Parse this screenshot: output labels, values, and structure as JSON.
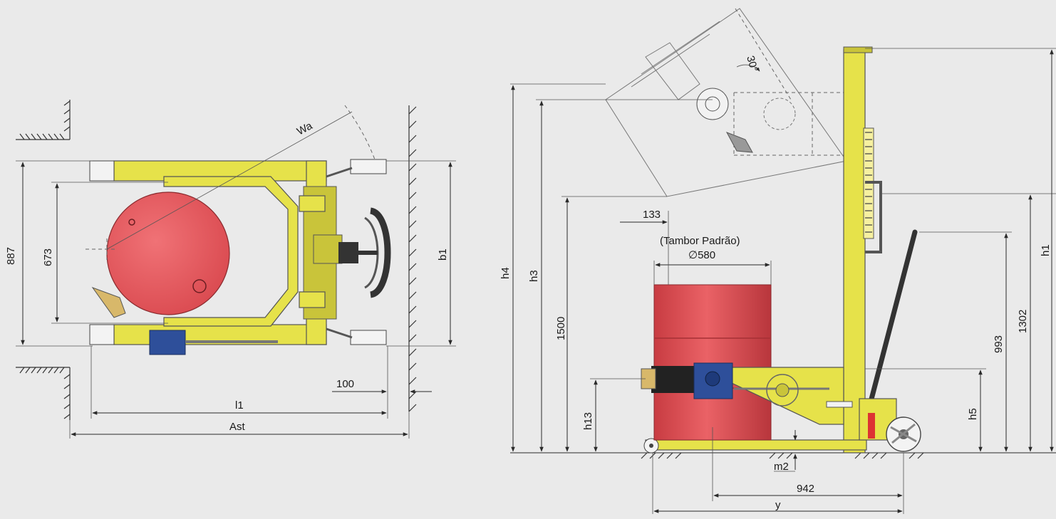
{
  "plan_view": {
    "dim_887": "887",
    "dim_673": "673",
    "dim_b1": "b1",
    "dim_wa": "Wa",
    "dim_100": "100",
    "dim_l1": "l1",
    "dim_ast": "Ast"
  },
  "side_view": {
    "tilt_angle": "30°",
    "dim_133": "133",
    "drum_label": "(Tambor Padrão)",
    "drum_diameter": "∅580",
    "dim_h4": "h4",
    "dim_h3": "h3",
    "dim_1500": "1500",
    "dim_h13": "h13",
    "dim_m2": "m2",
    "dim_942": "942",
    "dim_y": "y",
    "dim_h5": "h5",
    "dim_993": "993",
    "dim_1302": "1302",
    "dim_h1": "h1"
  },
  "colors": {
    "frame": "#e6e24a",
    "drum": "#e0545a",
    "background": "#eaeaea",
    "motor": "#2e4f9a"
  }
}
